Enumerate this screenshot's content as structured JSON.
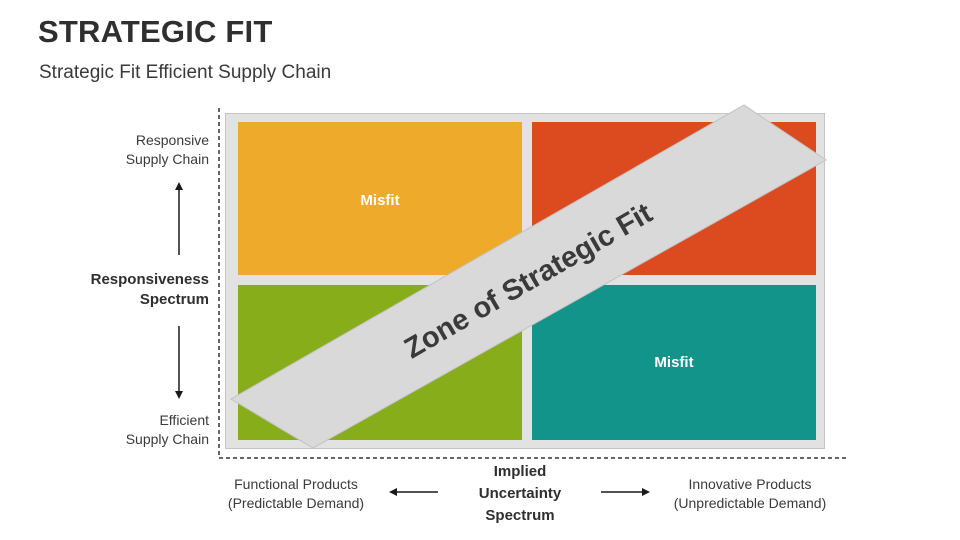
{
  "header": {
    "title": "STRATEGIC FIT",
    "subtitle": "Strategic Fit Efficient Supply Chain"
  },
  "y_axis": {
    "top_label": "Responsive\nSupply Chain",
    "middle_label": "Responsiveness\nSpectrum",
    "bottom_label": "Efficient\nSupply Chain"
  },
  "x_axis": {
    "left_label": "Functional Products\n(Predictable Demand)",
    "middle_label": "Implied\nUncertainty\nSpectrum",
    "right_label": "Innovative Products\n(Unpredictable Demand)"
  },
  "matrix": {
    "quadrants": [
      {
        "position": "top-left",
        "label": "Misfit",
        "color": "#eeaa2b"
      },
      {
        "position": "top-right",
        "label": "",
        "color": "#dc4b1f"
      },
      {
        "position": "bottom-left",
        "label": "",
        "color": "#87ad1b"
      },
      {
        "position": "bottom-right",
        "label": "Misfit",
        "color": "#13948a"
      }
    ],
    "band_label": "Zone of Strategic Fit",
    "band_color": "#d9d9d9"
  }
}
